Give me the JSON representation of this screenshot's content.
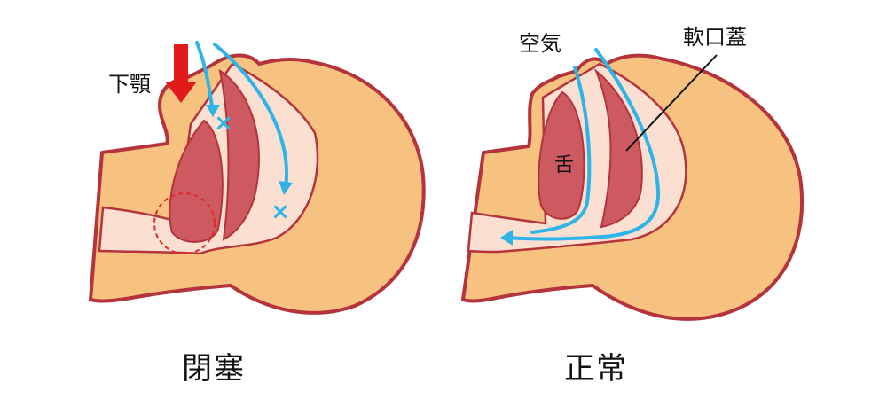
{
  "panels": {
    "left": {
      "caption": "閉塞",
      "label_jaw": "下顎",
      "blocked_mark": "×"
    },
    "right": {
      "caption": "正常",
      "label_air": "空気",
      "label_palate": "軟口蓋",
      "label_tongue": "舌"
    }
  },
  "colors": {
    "skin": "#f7c27f",
    "outline": "#b4333c",
    "inner": "#fbe0d2",
    "tissue": "#cd5a61",
    "airflow": "#2eb4e8",
    "arrow": "#e21a1a",
    "circle": "#e02a2a"
  }
}
